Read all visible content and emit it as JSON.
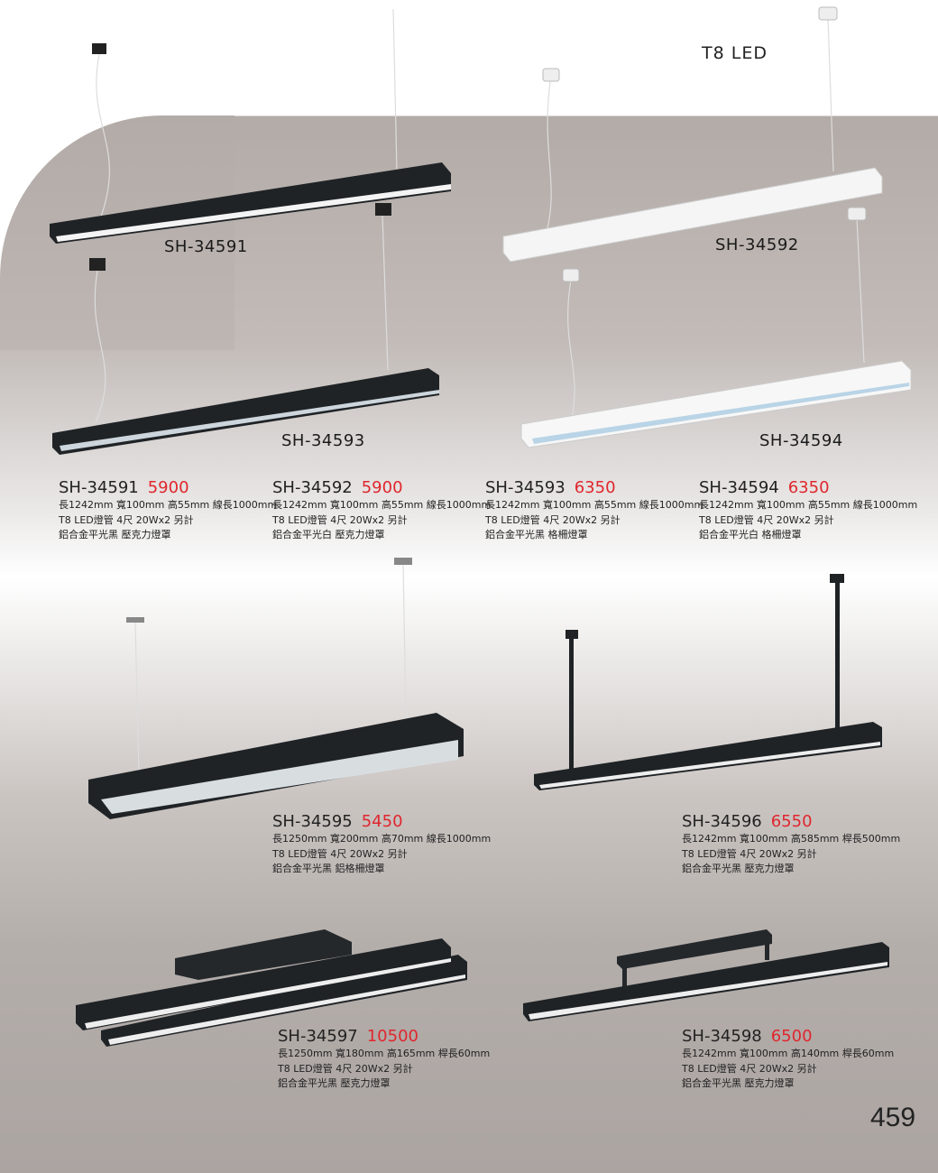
{
  "series_title": "T8 LED",
  "page_number": "459",
  "image_labels": [
    "SH-34591",
    "SH-34592",
    "SH-34593",
    "SH-34594"
  ],
  "colors": {
    "price": "#e0262d",
    "text": "#222222"
  },
  "products": [
    {
      "model": "SH-34591",
      "price": "5900",
      "specs": [
        "長1242mm 寬100mm 高55mm 線長1000mm",
        "T8 LED燈管 4尺 20Wx2 另計",
        "鋁合金平光黑 壓克力燈罩"
      ]
    },
    {
      "model": "SH-34592",
      "price": "5900",
      "specs": [
        "長1242mm 寬100mm 高55mm 線長1000mm",
        "T8 LED燈管 4尺 20Wx2 另計",
        "鋁合金平光白 壓克力燈罩"
      ]
    },
    {
      "model": "SH-34593",
      "price": "6350",
      "specs": [
        "長1242mm 寬100mm 高55mm 線長1000mm",
        "T8 LED燈管 4尺 20Wx2 另計",
        "鋁合金平光黑 格柵燈罩"
      ]
    },
    {
      "model": "SH-34594",
      "price": "6350",
      "specs": [
        "長1242mm 寬100mm 高55mm 線長1000mm",
        "T8 LED燈管 4尺 20Wx2 另計",
        "鋁合金平光白 格柵燈罩"
      ]
    },
    {
      "model": "SH-34595",
      "price": "5450",
      "specs": [
        "長1250mm 寬200mm 高70mm 線長1000mm",
        "T8 LED燈管 4尺 20Wx2 另計",
        "鋁合金平光黑 鋁格柵燈罩"
      ]
    },
    {
      "model": "SH-34596",
      "price": "6550",
      "specs": [
        "長1242mm 寬100mm 高585mm 桿長500mm",
        "T8 LED燈管 4尺 20Wx2 另計",
        "鋁合金平光黑 壓克力燈罩"
      ]
    },
    {
      "model": "SH-34597",
      "price": "10500",
      "specs": [
        "長1250mm 寬180mm 高165mm 桿長60mm",
        "T8 LED燈管 4尺 20Wx2 另計",
        "鋁合金平光黑 壓克力燈罩"
      ]
    },
    {
      "model": "SH-34598",
      "price": "6500",
      "specs": [
        "長1242mm 寬100mm 高140mm 桿長60mm",
        "T8 LED燈管 4尺 20Wx2 另計",
        "鋁合金平光黑 壓克力燈罩"
      ]
    }
  ]
}
